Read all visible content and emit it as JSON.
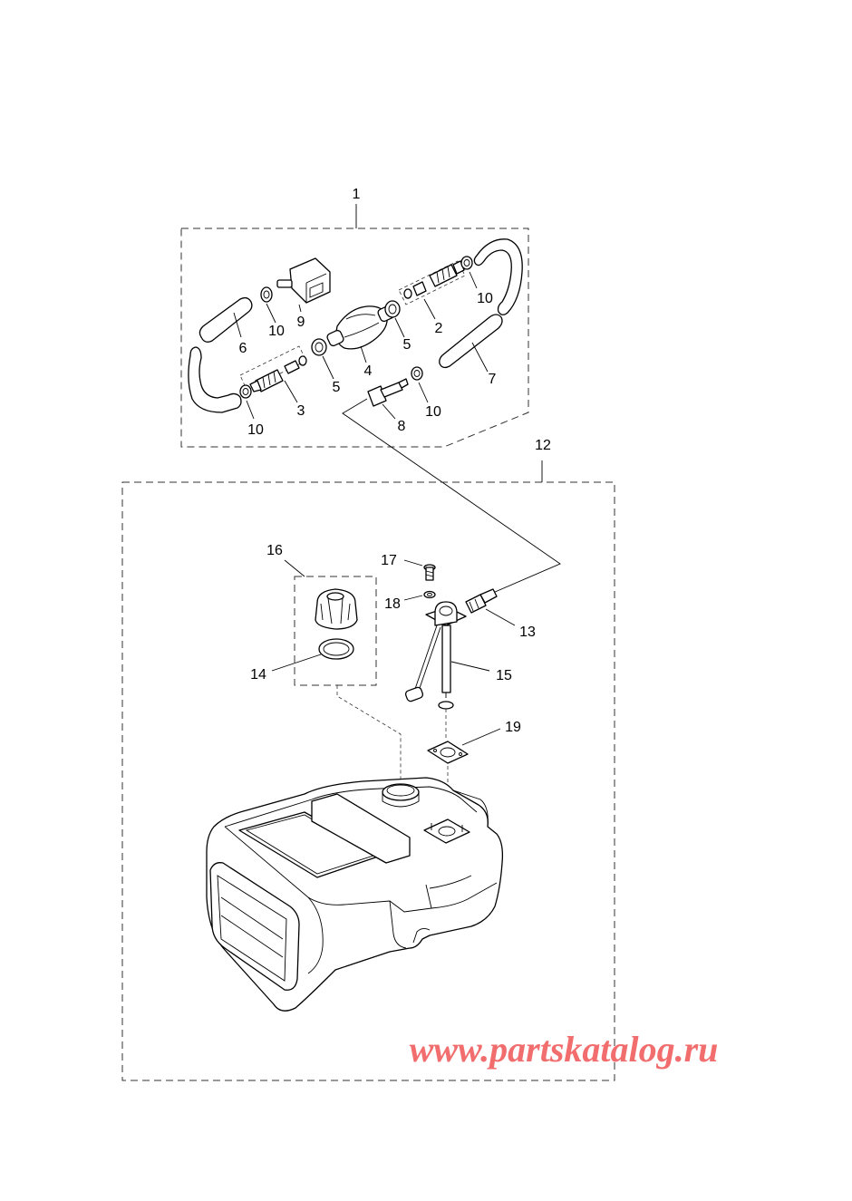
{
  "callouts": {
    "c1": "1",
    "c2": "2",
    "c3": "3",
    "c4": "4",
    "c5a": "5",
    "c5b": "5",
    "c6": "6",
    "c7": "7",
    "c8": "8",
    "c9": "9",
    "c10a": "10",
    "c10b": "10",
    "c10c": "10",
    "c10d": "10",
    "c12": "12",
    "c13": "13",
    "c14": "14",
    "c15": "15",
    "c16": "16",
    "c17": "17",
    "c18": "18",
    "c19": "19"
  },
  "watermark": "www.partskatalog.ru",
  "colors": {
    "watermark": "#f26d6d",
    "lines": "#000000",
    "background": "#ffffff"
  }
}
